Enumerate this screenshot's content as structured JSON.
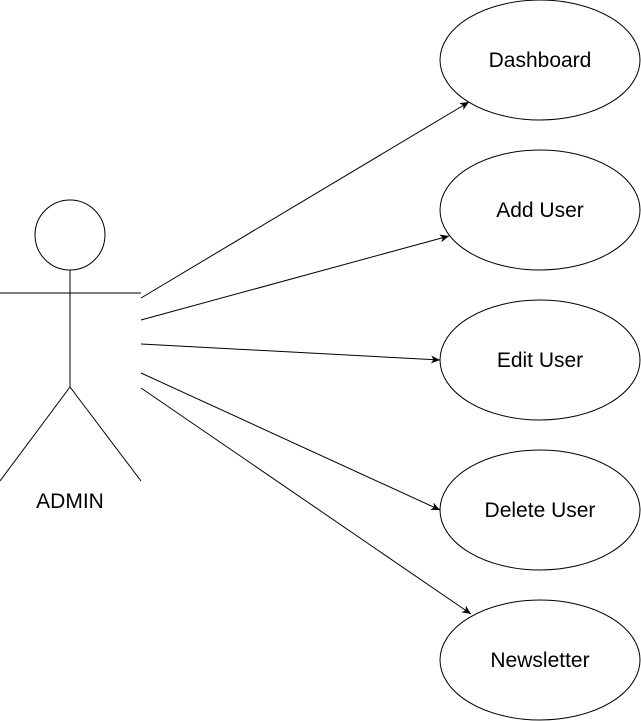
{
  "diagram": {
    "actor": {
      "name": "ADMIN"
    },
    "use_cases": [
      {
        "label": "Dashboard"
      },
      {
        "label": "Add User"
      },
      {
        "label": "Edit User"
      },
      {
        "label": "Delete User"
      },
      {
        "label": "Newsletter"
      }
    ]
  },
  "colors": {
    "stroke": "#000000",
    "fill": "#ffffff",
    "background": "#ffffff"
  }
}
